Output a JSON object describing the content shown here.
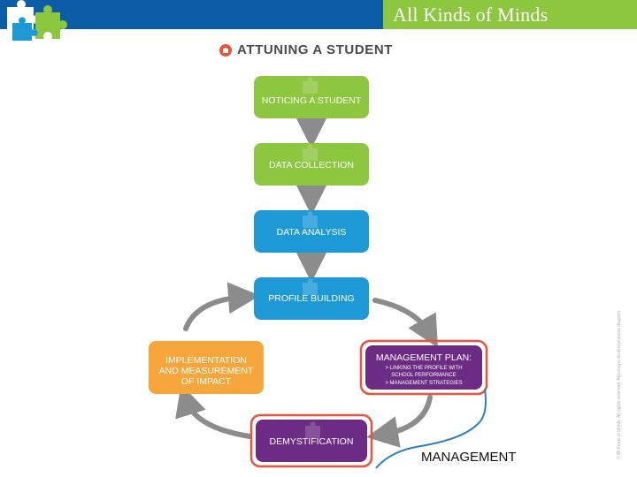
{
  "header": {
    "brand": "All Kinds of Minds"
  },
  "title": "ATTUNING A STUDENT",
  "steps": {
    "noticing": "NOTICING A STUDENT",
    "data_collection": "DATA COLLECTION",
    "data_analysis": "DATA ANALYSIS",
    "profile_building": "PROFILE BUILDING",
    "management_plan": {
      "title": "MANAGEMENT PLAN:",
      "item1a": "> LINKING THE PROFILE WITH",
      "item1b": "SCHOOL PERFORMANCE",
      "item2": "> MANAGEMENT STRATEGIES"
    },
    "demystification": "DEMYSTIFICATION",
    "implementation": [
      "IMPLEMENTATION",
      "AND MEASUREMENT",
      "OF IMPACT"
    ]
  },
  "annotation": "MANAGEMENT",
  "side_note": "© All Kinds of Minds. All rights reserved. Attuning a student process diagram.",
  "colors": {
    "header_blue": "#0b5da7",
    "header_green": "#8dc63f",
    "step_green": "#8dc63f",
    "step_blue": "#1d9ad6",
    "step_purple": "#6c2c86",
    "step_orange": "#f6a63b",
    "highlight_red": "#e8553a",
    "arrow_gray": "#8c8c8c",
    "annotation_blue": "#2c7fc0"
  }
}
